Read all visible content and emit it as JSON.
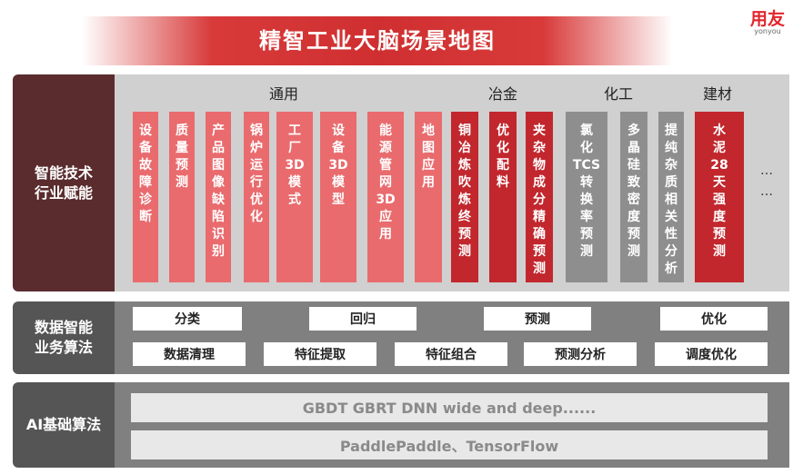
{
  "title": "精智工业大脑场景地图",
  "logo": {
    "main": "用友",
    "sub": "yonyou"
  },
  "rows": {
    "industry": "智能技术\n行业赋能",
    "algo": "数据智能\n业务算法",
    "ai": "AI基础算法"
  },
  "categories": [
    "通用",
    "冶金",
    "化工",
    "建材"
  ],
  "columns": [
    {
      "label": "设备故障诊断",
      "style": "pink"
    },
    {
      "label": "质量预测",
      "style": "pink"
    },
    {
      "label": "产品图像缺陷识别",
      "style": "pink"
    },
    {
      "label": "锅炉运行优化",
      "style": "pink"
    },
    {
      "label": "工厂3D模式",
      "style": "pink"
    },
    {
      "label": "设备3D模型",
      "style": "pink"
    },
    {
      "label": "能源管网3D应用",
      "style": "pink"
    },
    {
      "label": "地图应用",
      "style": "pink"
    },
    {
      "label": "铜冶炼吹炼终预测",
      "style": "red"
    },
    {
      "label": "优化配料",
      "style": "red"
    },
    {
      "label": "夹杂物成分精确预测",
      "style": "red"
    },
    {
      "label": "氯化TCS转换率预测",
      "style": "grey"
    },
    {
      "label": "多晶硅致密度预测",
      "style": "grey"
    },
    {
      "label": "提纯杂质相关性分析",
      "style": "grey"
    },
    {
      "label": "水泥28天强度预测",
      "style": "red"
    }
  ],
  "ellipsis": "…",
  "algo_row1": [
    "分类",
    "回归",
    "预测",
    "优化"
  ],
  "algo_row2": [
    "数据清理",
    "特征提取",
    "特征组合",
    "预测分析",
    "调度优化"
  ],
  "ai_bars": [
    "GBDT GBRT DNN wide and deep......",
    "PaddlePaddle、TensorFlow"
  ]
}
